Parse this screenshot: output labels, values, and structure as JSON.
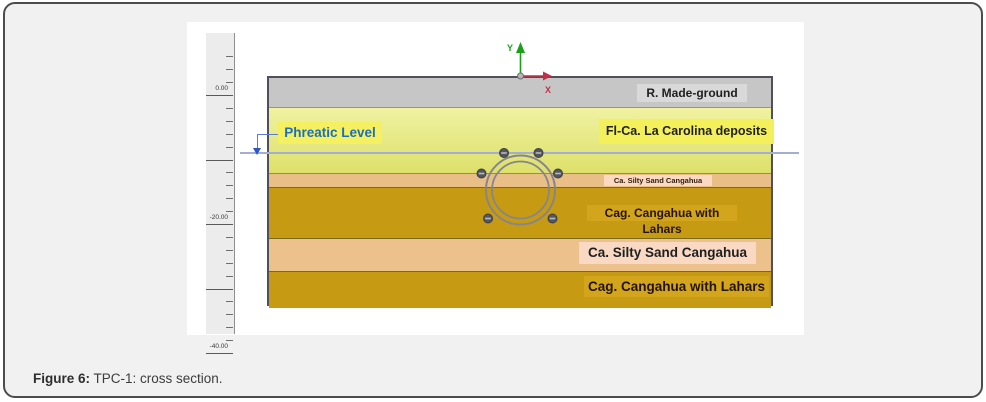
{
  "caption": {
    "label": "Figure 6:",
    "text": " TPC-1: cross section."
  },
  "ruler": {
    "labels": [
      "0.00",
      "-20.00",
      "-40.00"
    ]
  },
  "axes": {
    "y_label": "Y",
    "x_label": "X",
    "y_color": "#18a018",
    "x_color": "#c23048"
  },
  "phreatic": {
    "label": "Phreatic Level",
    "text_color": "#1a6fc0",
    "box_bg": "#f5f062",
    "line_color": "#a3aed2",
    "marker_color": "#2f55cb"
  },
  "layers": [
    {
      "label": "R. Made-ground",
      "fill": "#c6c6c6",
      "label_bg": "#d9d9d9"
    },
    {
      "label": "Fl-Ca. La Carolina deposits",
      "fill": "linear-gradient(#f0f2a2, #dde06a)",
      "label_bg": "#f3f05c"
    },
    {
      "label": "Ca. Silty Sand Cangahua",
      "fill": "#eabf87",
      "label_bg": "#fbd9c2"
    },
    {
      "label": "Cag. Cangahua with Lahars",
      "fill": "#c79a14",
      "label_bg": "#d3a51d"
    },
    {
      "label": "Ca. Silty Sand Cangahua",
      "fill": "#ecc18b",
      "label_bg": "#f9d9c3"
    },
    {
      "label": "Cag. Cangahua with Lahars",
      "fill": "#c79a14",
      "label_bg": "#d3a51d"
    }
  ],
  "tunnel": {
    "ring_color": "#85858d",
    "handle_color": "#53565c",
    "handle_slot_color": "#b7bac0"
  }
}
